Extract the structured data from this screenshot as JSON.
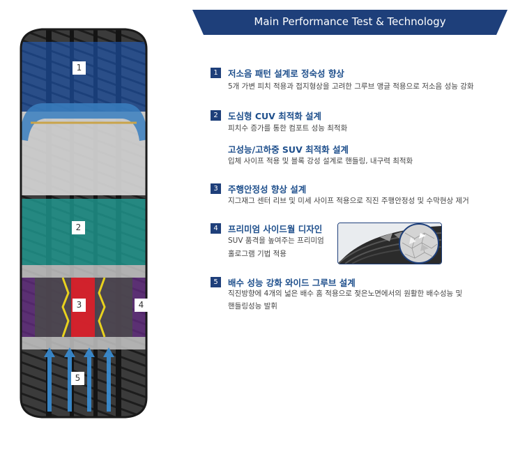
{
  "header": {
    "title": "Main Performance Test & Technology"
  },
  "colors": {
    "accent": "#1e3f7a",
    "title_blue": "#1e4f8c",
    "zone1": "#1e5fc8",
    "zone2": "#1fa39a",
    "zone3": "#e01e28",
    "zone3_lines": "#e8d21e",
    "zone4": "#6a2c8c",
    "zone5": "#3a8fd6"
  },
  "tire_labels": [
    "1",
    "2",
    "3",
    "4",
    "5"
  ],
  "features": [
    {
      "num": "1",
      "title": "저소음 패턴 설계로 정숙성 향상",
      "desc": "5개 가변 피치 적용과 접지형상을 고려한 그루브 앵글 적용으로 저소음 성능 강화"
    },
    {
      "num": "2",
      "title": "도심형 CUV 최적화 설계",
      "desc": "피치수 증가를 통한 컴포트 성능 최적화",
      "subtitle": "고성능/고하중 SUV 최적화 설계",
      "subdesc": "입체 사이프 적용 및 블록 강성 설계로 핸들링, 내구력 최적화"
    },
    {
      "num": "3",
      "title": "주행안정성 향상 설계",
      "desc": "지그재그 센터 리브 및 미세 사이프 적용으로 직진 주행안정성 및 수막현상 제거"
    },
    {
      "num": "4",
      "title": "프리미엄 사이드월 디자인",
      "desc_line1": "SUV 품격을 높여주는 프리미엄",
      "desc_line2": "홀로그램 기법 적용"
    },
    {
      "num": "5",
      "title": "배수 성능 강화 와이드 그루브 설계",
      "desc_line1": "직진방향에 4개의 넓은 배수 홈 적용으로 젖은노면에서의 원활한 배수성능 및",
      "desc_line2": "핸들링성능 발휘"
    }
  ]
}
